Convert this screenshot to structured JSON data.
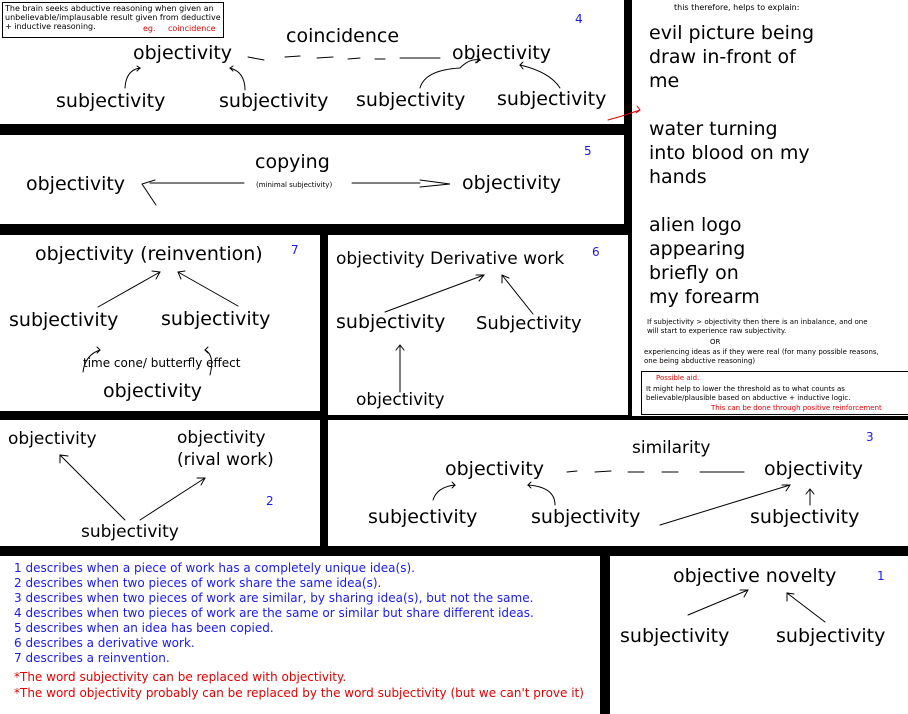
{
  "colors": {
    "background": "#000000",
    "panel": "#ffffff",
    "number": "#1a1aee",
    "note": "#e00000",
    "legend": "#1a1aee"
  },
  "top_note": {
    "text": "The brain seeks abductive reasoning when given an unbelievable/implausable result given from deductive + inductive reasoning.",
    "eg": "eg.",
    "coincidence": "coincidence"
  },
  "panel4": {
    "number": "4",
    "title": "coincidence",
    "obj_left": "objectivity",
    "obj_right": "objectivity",
    "subj": [
      "subjectivity",
      "subjectivity",
      "subjectivity",
      "subjectivity"
    ]
  },
  "panel5": {
    "number": "5",
    "title": "copying",
    "note": "(minimal subjectivity)",
    "obj_left": "objectivity",
    "obj_right": "objectivity"
  },
  "panel7": {
    "number": "7",
    "title": "objectivity (reinvention)",
    "subj_left": "subjectivity",
    "subj_right": "subjectivity",
    "time_cone": "time cone/ butterfly effect",
    "objectivity": "objectivity"
  },
  "panel6": {
    "number": "6",
    "title": "objectivity Derivative work",
    "subj_left": "subjectivity",
    "subj_right": "Subjectivity",
    "objectivity": "objectivity"
  },
  "panel2": {
    "number": "2",
    "obj_left": "objectivity",
    "obj_right_1": "objectivity",
    "obj_right_2": "(rival work)",
    "subjectivity": "subjectivity"
  },
  "panel3": {
    "number": "3",
    "title": "similarity",
    "obj_left": "objectivity",
    "obj_right": "objectivity",
    "subj": [
      "subjectivity",
      "subjectivity",
      "subjectivity"
    ]
  },
  "panel1": {
    "number": "1",
    "title": "objective novelty",
    "subj_left": "subjectivity",
    "subj_right": "subjectivity"
  },
  "side": {
    "header": "this therefore, helps to explain:",
    "examples": [
      [
        "evil picture being",
        "draw in-front of",
        "me"
      ],
      [
        "water turning",
        "into blood on my",
        "hands"
      ],
      [
        "alien logo",
        "appearing",
        "briefly on",
        "my forearm"
      ]
    ],
    "note1": "If subjectivity > objectivity then there is an inbalance, and one will start to experience raw subjectivity.",
    "or": "OR",
    "note2": "experiencing ideas as if they were real (for many possible reasons, one being abductive reasoning)",
    "possible_aid": "Possible aid.",
    "aid_text": "It might help to lower the threshold as to what counts as believable/plausible based on abductive + inductive logic.",
    "aid_red": "This can be done through positive reinforcement"
  },
  "legend": [
    "1 describes when a piece of work has a completely unique idea(s).",
    "2 describes when two pieces of work share the same idea(s).",
    "3 describes when two pieces of work are similar, by sharing idea(s), but not the same.",
    "4 describes when two pieces of work are the same or similar but share different ideas.",
    "5 describes when an idea has been copied.",
    "6 describes a derivative work.",
    "7 describes a reinvention."
  ],
  "legend_notes": [
    "*The word subjectivity can be replaced with objectivity.",
    "*The word objectivity probably can be replaced by the word subjectivity (but we can't prove it)"
  ]
}
